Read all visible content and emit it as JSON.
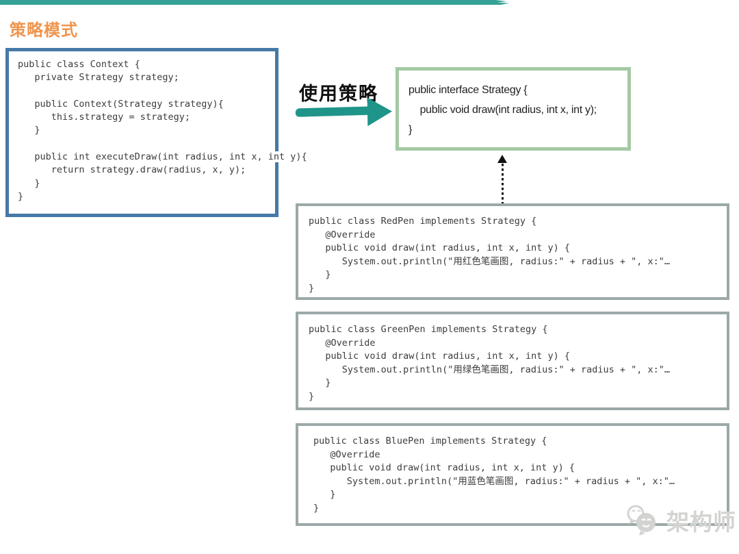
{
  "slide": {
    "title": "策略模式",
    "arrow_label": "使用策略",
    "watermark_text": "架构师"
  },
  "colors": {
    "title_orange": "#f0944c",
    "top_stripe_teal": "#23998c",
    "arrow_teal": "#1f9489",
    "context_border_blue": "#4579a8",
    "interface_border_green": "#a3c9a4",
    "impl_border_gray": "#9ca8a8",
    "code_text": "#3c3c3c",
    "watermark_gray": "#d3d3d1"
  },
  "context_box": {
    "code_top": "public class Context {\n   private Strategy strategy;\n\n   public Context(Strategy strategy){\n      this.strategy = strategy;\n   }\n\n",
    "code_overflow": "   public int executeDraw(int radius, int x, int y){",
    "code_bottom": "\n      return strategy.draw(radius, x, y);\n   }\n}"
  },
  "interface_box": {
    "code": "public interface Strategy {\n    public void draw(int radius, int x, int y);\n}"
  },
  "impl_boxes": [
    {
      "name": "RedPen",
      "code": "public class RedPen implements Strategy {\n   @Override\n   public void draw(int radius, int x, int y) {\n      System.out.println(\"用红色笔画图, radius:\" + radius + \", x:\"…\n   }\n}"
    },
    {
      "name": "GreenPen",
      "code": "public class GreenPen implements Strategy {\n   @Override\n   public void draw(int radius, int x, int y) {\n      System.out.println(\"用绿色笔画图, radius:\" + radius + \", x:\"…\n   }\n}"
    },
    {
      "name": "BluePen",
      "code": "public class BluePen implements Strategy {\n   @Override\n   public void draw(int radius, int x, int y) {\n      System.out.println(\"用蓝色笔画图, radius:\" + radius + \", x:\"…\n   }\n}"
    }
  ]
}
